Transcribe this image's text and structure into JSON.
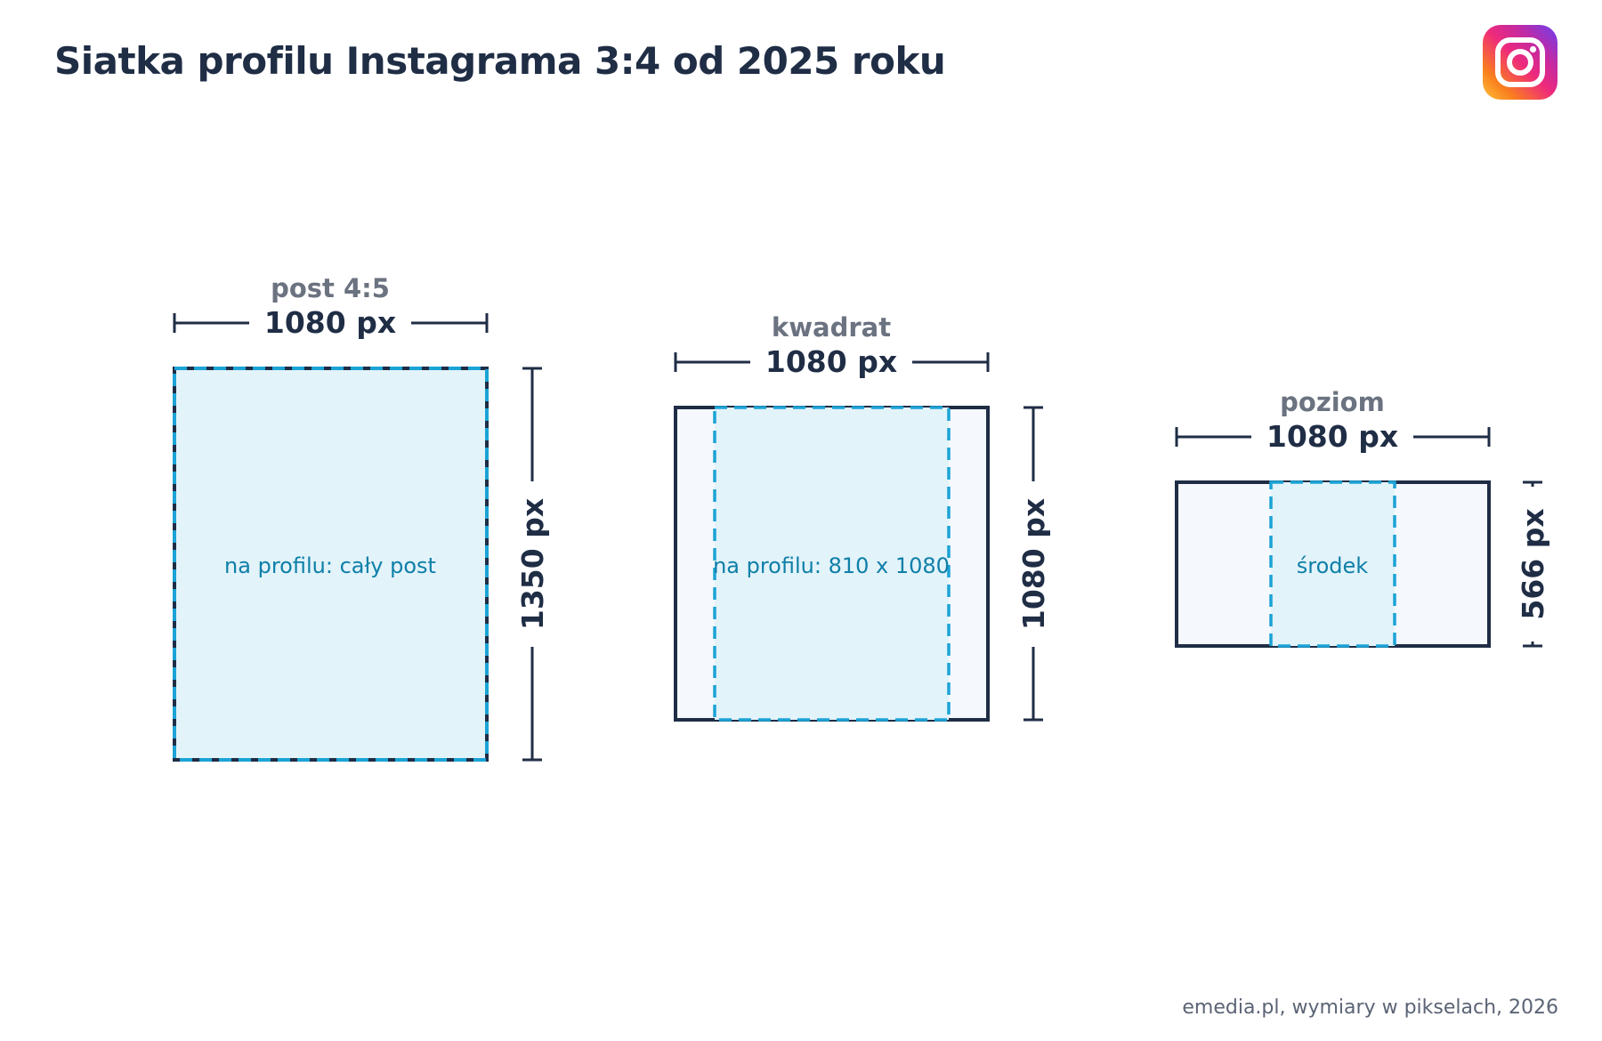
{
  "title": "Siatka profilu Instagrama 3:4 od 2025 roku",
  "footer": "emedia.pl, wymiary w pikselach, 2026",
  "logo": {
    "icon": "instagram-logo-icon"
  },
  "colors": {
    "ink": "#1f2d45",
    "muted": "#6b7280",
    "accent": "#1ba3d6",
    "accent_fill": "#e2f3fa",
    "outer_fill": "#f5f8fc",
    "inner_text": "#0e7fa8"
  },
  "formats": [
    {
      "id": "post",
      "type": "post 4:5",
      "width_label": "1080 px",
      "height_label": "1350 px",
      "visible_label": "na profilu: cały post"
    },
    {
      "id": "square",
      "type": "kwadrat",
      "width_label": "1080 px",
      "height_label": "1080 px",
      "visible_label": "na profilu: 810 x 1080"
    },
    {
      "id": "landscape",
      "type": "poziom",
      "width_label": "1080 px",
      "height_label": "566 px",
      "visible_label": "środek"
    }
  ]
}
